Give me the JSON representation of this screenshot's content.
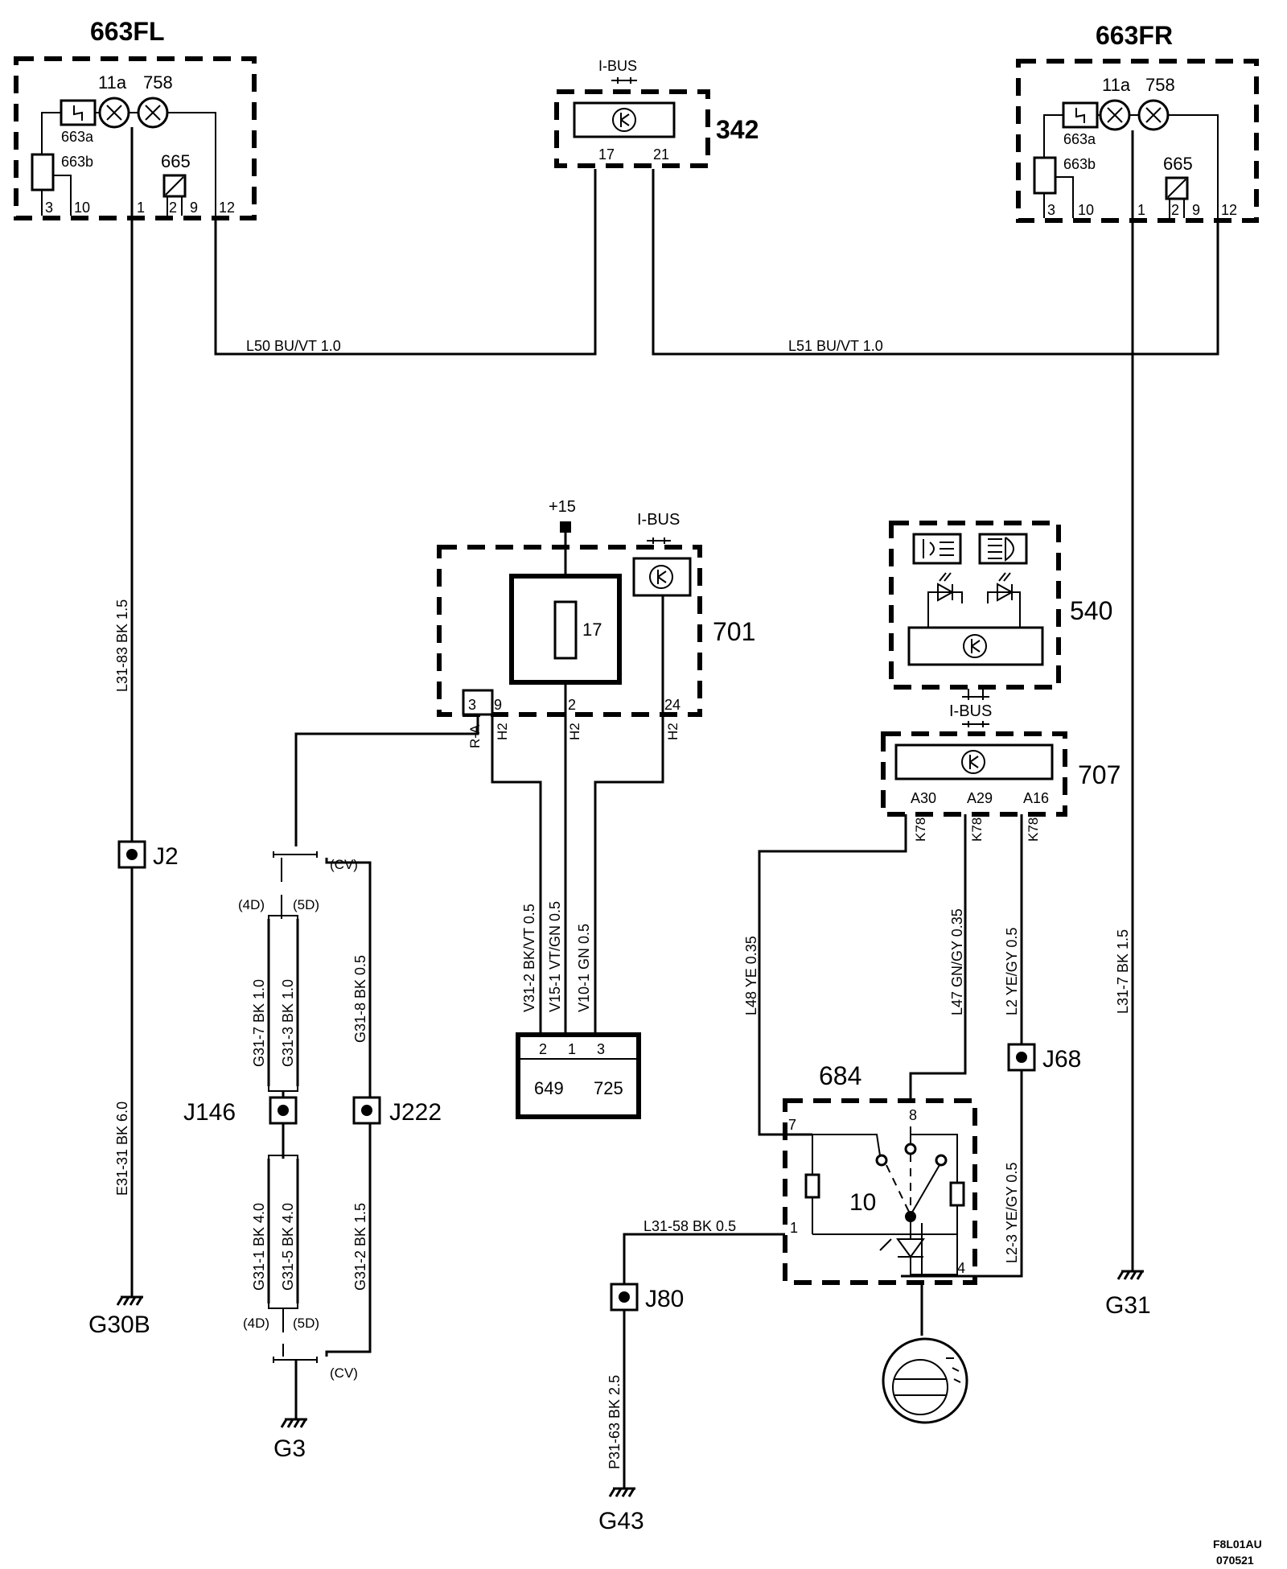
{
  "components": {
    "fl": {
      "title": "663FL",
      "lamp1": "11a",
      "lamp2": "758",
      "sub_a": "663a",
      "sub_b": "663b",
      "sub_c": "665",
      "pins": [
        "3",
        "10",
        "1",
        "2",
        "9",
        "12"
      ]
    },
    "fr": {
      "title": "663FR",
      "lamp1": "11a",
      "lamp2": "758",
      "sub_a": "663a",
      "sub_b": "663b",
      "sub_c": "665",
      "pins": [
        "3",
        "10",
        "1",
        "2",
        "9",
        "12"
      ]
    },
    "c342": {
      "title": "342",
      "bus": "I-BUS",
      "pins": [
        "17",
        "21"
      ]
    },
    "c701": {
      "title": "701",
      "supply": "+15",
      "bus": "I-BUS",
      "fuse": "17",
      "pins": [
        "3",
        "9",
        "2",
        "24"
      ],
      "conn_labels": [
        "R-A",
        "H2",
        "H2",
        "H2"
      ]
    },
    "c540": {
      "title": "540"
    },
    "c707": {
      "title": "707",
      "bus": "I-BUS",
      "pins": [
        "A30",
        "A29",
        "A16"
      ],
      "conn_labels": [
        "K78",
        "K78",
        "K78"
      ]
    },
    "c684": {
      "title": "684",
      "switch": "10",
      "pins": [
        "7",
        "8",
        "1",
        "4"
      ]
    },
    "c649": {
      "pins": [
        "2",
        "1",
        "3"
      ],
      "left": "649",
      "right": "725"
    }
  },
  "wires": {
    "l50": "L50  BU/VT 1.0",
    "l51": "L51  BU/VT  1.0",
    "l31_83": "L31-83     BK  1.5",
    "e31_31": "E31-31     BK  6.0",
    "l31_7": "L31-7   BK  1.5",
    "g31_7": "G31-7  BK  1.0",
    "g31_3": "G31-3  BK 1.0",
    "g31_8": "G31-8  BK  0.5",
    "g31_1": "G31-1  BK  4.0",
    "g31_5": "G31-5  BK  4.0",
    "g31_2": "G31-2   BK  1.5",
    "v31_2": "V31-2  BK/VT  0.5",
    "v15_1": "V15-1  VT/GN  0.5",
    "v10_1": "V10-1  GN  0.5",
    "l48": "L48  YE  0.35",
    "l47": "L47  GN/GY 0.35",
    "l2": "L2    YE/GY  0.5",
    "l2_3": "L2-3    YE/GY  0.5",
    "l31_58": "L31-58   BK      0.5",
    "p31_63": "P31-63   BK  2.5"
  },
  "junctions": {
    "j2": "J2",
    "j146": "J146",
    "j222": "J222",
    "j80": "J80",
    "j68": "J68"
  },
  "variants": {
    "d4": "(4D)",
    "d5": "(5D)",
    "cv": "(CV)"
  },
  "grounds": {
    "g30b": "G30B",
    "g31": "G31",
    "g3": "G3",
    "g43": "G43"
  },
  "footer": {
    "code1": "F8L01AU",
    "code2": "070521"
  }
}
